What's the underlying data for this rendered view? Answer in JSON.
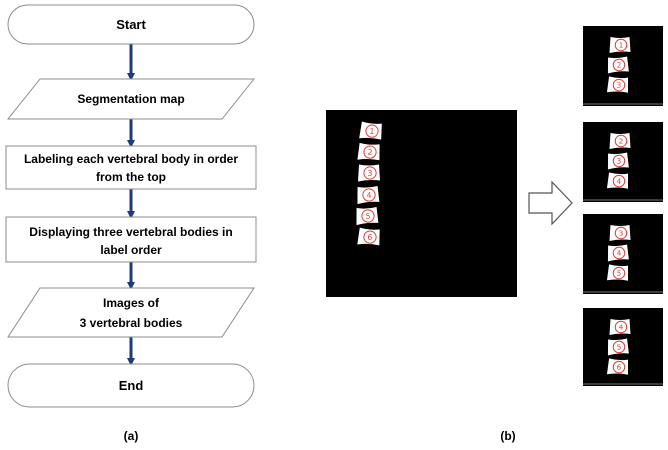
{
  "flowchart": {
    "start": "Start",
    "segmentation": "Segmentation map",
    "labeling_line1": "Labeling each vertebral body in order",
    "labeling_line2": "from the top",
    "display_line1": "Displaying three vertebral bodies in",
    "display_line2": "label order",
    "images_line1": "Images of",
    "images_line2": "3 vertebral bodies",
    "end": "End"
  },
  "captions": {
    "a": "(a)",
    "b": "(b)"
  },
  "main_labels": [
    "①",
    "②",
    "③",
    "④",
    "⑤",
    "⑥"
  ],
  "output_groups": [
    [
      "①",
      "②",
      "③"
    ],
    [
      "②",
      "③",
      "④"
    ],
    [
      "③",
      "④",
      "⑤"
    ],
    [
      "④",
      "⑤",
      "⑥"
    ]
  ],
  "colors": {
    "arrow": "#1f3a7a",
    "label": "#e53935",
    "panel": "#000000",
    "box_border": "#8c8c8c"
  }
}
